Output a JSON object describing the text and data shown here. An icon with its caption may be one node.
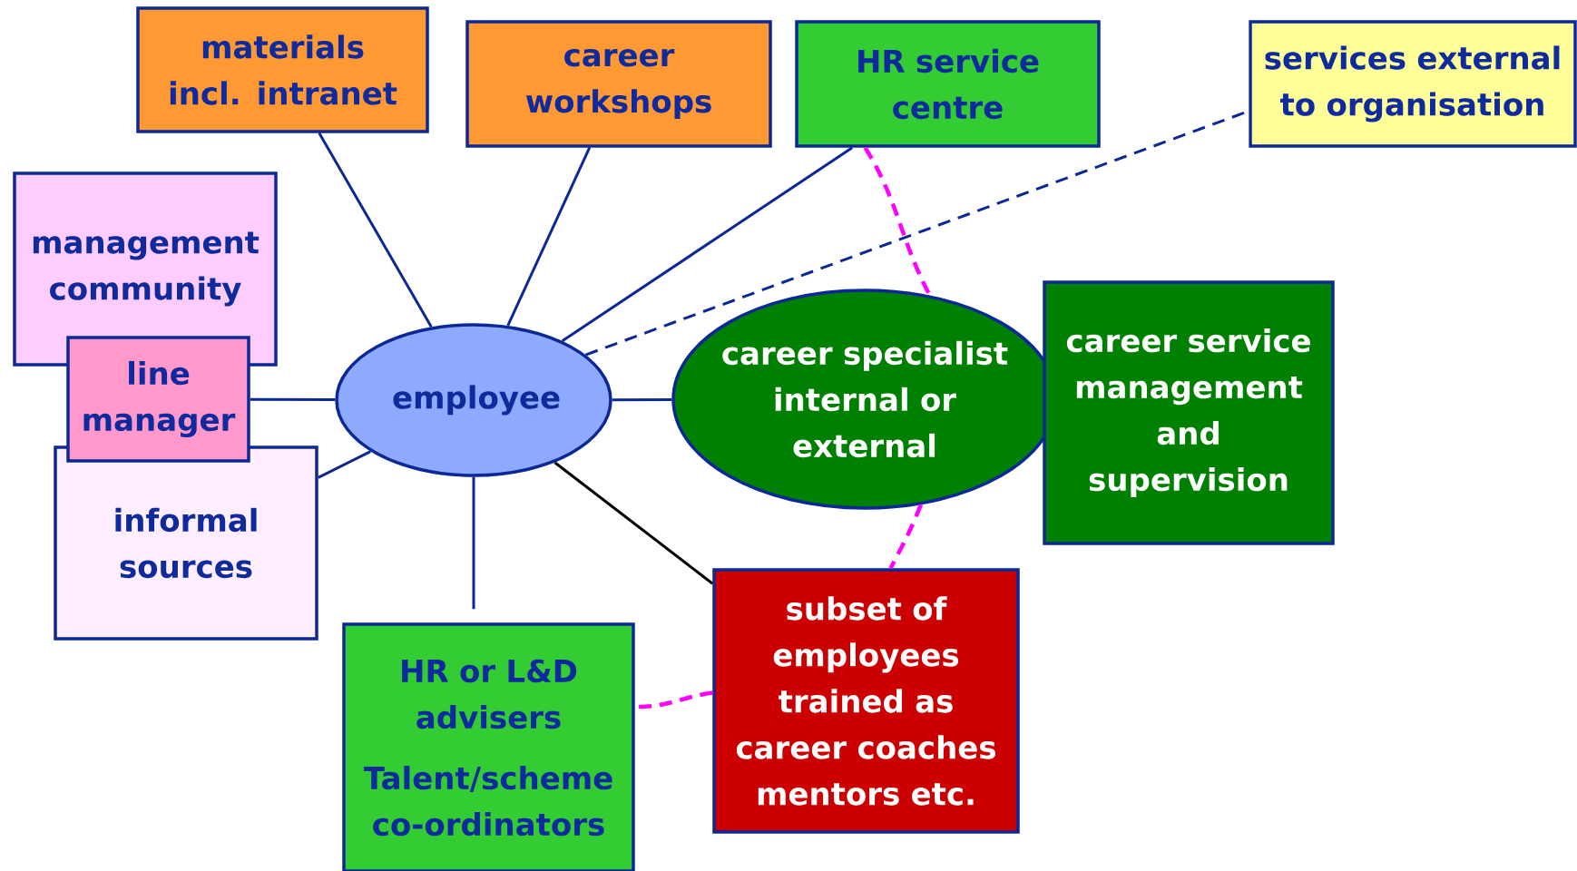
{
  "diagram": {
    "nodes": [
      {
        "text": [
          "materials incl. intranet"
        ]
      },
      {
        "text": [
          "career workshops"
        ]
      },
      {
        "text": [
          "HR service centre"
        ]
      },
      {
        "text": [
          "services external to organisation"
        ]
      },
      {
        "text": [
          "management community"
        ]
      },
      {
        "text": [
          "line manager"
        ]
      },
      {
        "text": [
          "informal sources"
        ]
      },
      {
        "text": [
          "employee"
        ]
      },
      {
        "text": [
          "career specialist internal or external"
        ]
      },
      {
        "text": [
          "career service management and supervision"
        ]
      },
      {
        "text": [
          "HR or L&D advisers",
          "Talent/scheme co-ordinators"
        ]
      },
      {
        "text": [
          "subset of employees trained as career coaches mentors etc."
        ]
      }
    ],
    "edges": [
      {
        "from": 7,
        "to": 0,
        "arrow": "none"
      },
      {
        "from": 7,
        "to": 1,
        "arrow": "none"
      },
      {
        "from": 7,
        "to": 2,
        "arrow": "none"
      },
      {
        "from": 7,
        "to": 3,
        "arrow": "none",
        "style": "dashed"
      },
      {
        "from": 7,
        "to": 5,
        "arrow": "none"
      },
      {
        "from": 7,
        "to": 6,
        "arrow": "none"
      },
      {
        "from": 7,
        "to": 8,
        "arrow": "none"
      },
      {
        "from": 7,
        "to": 10,
        "arrow": "none"
      },
      {
        "from": 7,
        "to": 11,
        "arrow": "none",
        "color": "#000000"
      },
      {
        "from": 2,
        "to": 8,
        "arrow": "none",
        "style": "dashed",
        "color": "#ff00ff"
      },
      {
        "from": 8,
        "to": 11,
        "arrow": "none",
        "style": "dashed",
        "color": "#ff00ff"
      },
      {
        "from": 11,
        "to": 10,
        "arrow": "none",
        "style": "dashed",
        "color": "#ff00ff"
      }
    ]
  }
}
